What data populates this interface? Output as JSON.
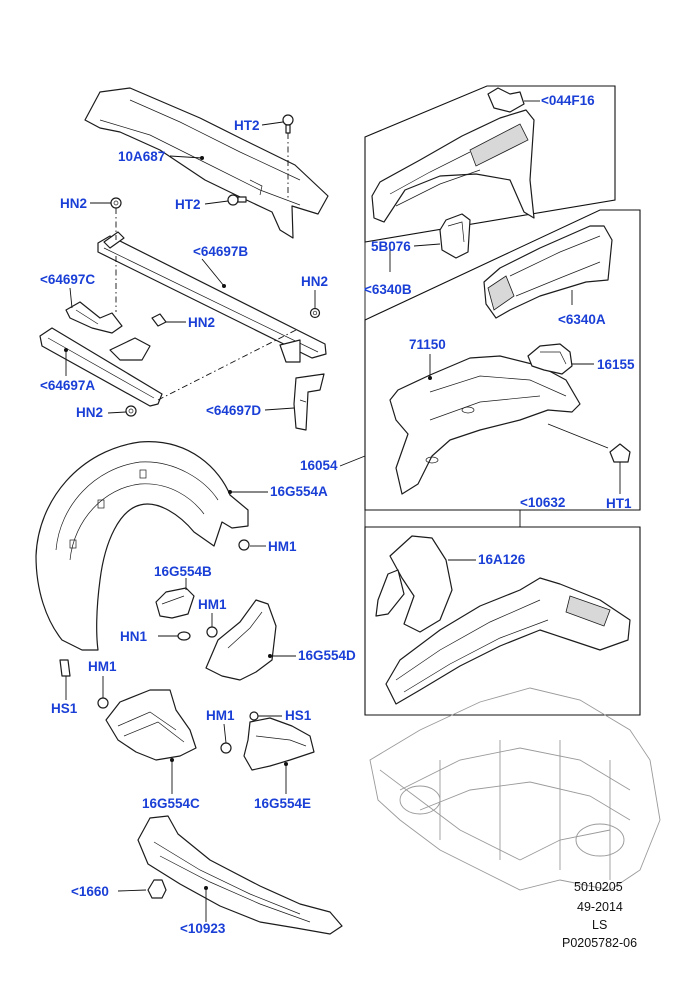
{
  "labels": {
    "l_044F16": "<044F16",
    "l_HT2_top": "HT2",
    "l_10A687": "10A687",
    "l_HN2_a": "HN2",
    "l_HT2_mid": "HT2",
    "l_5B076": "5B076",
    "l_64697B": "<64697B",
    "l_6340B": "<6340B",
    "l_64697C": "<64697C",
    "l_HN2_b": "HN2",
    "l_HN2_c": "HN2",
    "l_6340A": "<6340A",
    "l_71150": "71150",
    "l_16155": "16155",
    "l_64697A": "<64697A",
    "l_HN2_d": "HN2",
    "l_64697D": "<64697D",
    "l_16054": "16054",
    "l_HT1": "HT1",
    "l_16G554A": "16G554A",
    "l_10632": "<10632",
    "l_HM1_a": "HM1",
    "l_16A126": "16A126",
    "l_16G554B": "16G554B",
    "l_HM1_b": "HM1",
    "l_HN1": "HN1",
    "l_16G554D": "16G554D",
    "l_HM1_c": "HM1",
    "l_HS1_a": "HS1",
    "l_HM1_d": "HM1",
    "l_HS1_b": "HS1",
    "l_16G554C": "16G554C",
    "l_16G554E": "16G554E",
    "l_1660": "<1660",
    "l_10923": "<10923"
  },
  "reference": {
    "code": "5010205",
    "date": "49-2014",
    "region": "LS",
    "number": "P0205782-06"
  },
  "colors": {
    "callout": "#1a3fd6",
    "line": "#1c1c1c"
  }
}
